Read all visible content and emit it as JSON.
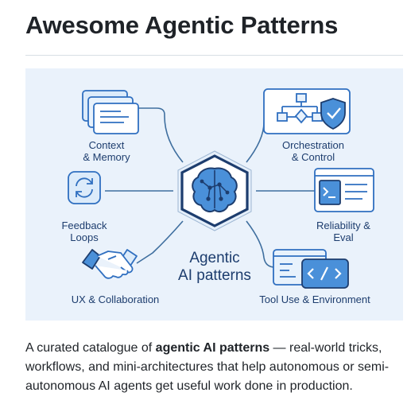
{
  "title": "Awesome Agentic Patterns",
  "diagram": {
    "center": {
      "line1": "Agentic",
      "line2": "AI patterns"
    },
    "nodes": {
      "context": {
        "line1": "Context",
        "line2": "& Memory"
      },
      "orchestration": {
        "line1": "Orchestration",
        "line2": "& Control"
      },
      "feedback": {
        "line1": "Feedback",
        "line2": "Loops"
      },
      "reliability": {
        "line1": "Reliability &",
        "line2": "Eval"
      },
      "ux": {
        "line1": "UX & Collaboration"
      },
      "tooluse": {
        "line1": "Tool Use & Environment"
      }
    },
    "colors": {
      "accent": "#2f6fc0",
      "dark": "#1d3d6e",
      "background": "#eaf2fb",
      "line": "#3f6f9f"
    }
  },
  "description": {
    "before": "A curated catalogue of ",
    "emphasis": "agentic AI patterns",
    "after": " — real-world tricks, workflows, and mini-architectures that help autonomous or semi-autonomous AI agents get useful work done in production."
  }
}
